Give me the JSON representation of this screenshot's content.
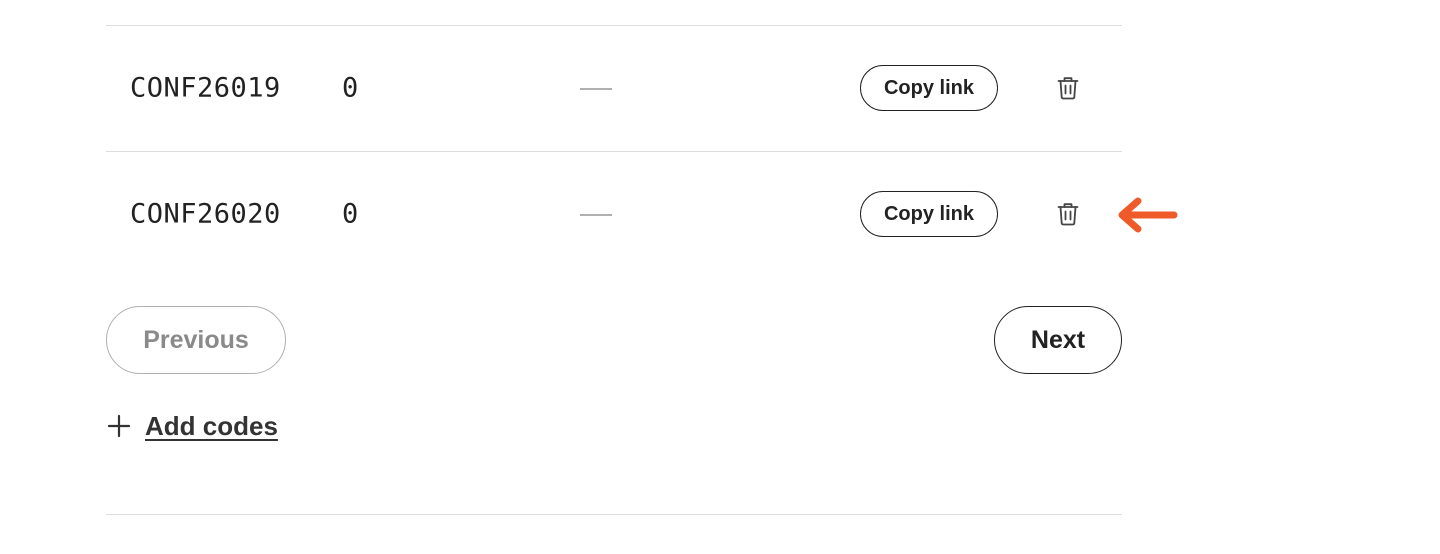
{
  "codes_table": {
    "rows": [
      {
        "code": "CONF26019",
        "uses": "0",
        "copy_label": "Copy link"
      },
      {
        "code": "CONF26020",
        "uses": "0",
        "copy_label": "Copy link"
      }
    ]
  },
  "pagination": {
    "previous_label": "Previous",
    "next_label": "Next"
  },
  "add_codes": {
    "label": "Add codes"
  },
  "colors": {
    "arrow_accent": "#EE5A2A",
    "text": "#222222",
    "disabled": "#8A8A8A",
    "divider": "#DDDDDD"
  },
  "icons": {
    "trash": "trash-icon",
    "plus": "plus-icon",
    "pointer_arrow": "left-arrow-icon"
  }
}
